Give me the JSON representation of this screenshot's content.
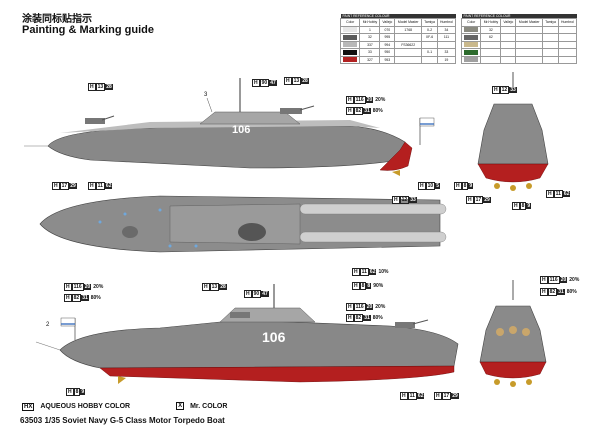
{
  "header": {
    "title_cn": "涂装同标贴指示",
    "title_en": "Painting & Marking guide"
  },
  "paint_table_left": {
    "title": "PAINT REFERENCE COLOUR",
    "columns": [
      "Color",
      "Mr.Hobby",
      "Vallejo",
      "Model Master",
      "Tamiya",
      "Humbrol"
    ],
    "rows": [
      {
        "swatch": "#e8e8e8",
        "name": "White",
        "hobby": "1",
        "vallejo": "070",
        "mm": "1768",
        "tamiya": "X-2",
        "humbrol": "34"
      },
      {
        "swatch": "#5a5a5a",
        "name": "Gray",
        "hobby": "32",
        "vallejo": "995",
        "mm": "",
        "tamiya": "XF-6",
        "humbrol": "111"
      },
      {
        "swatch": "#b8b8b8",
        "name": "Light Gray",
        "hobby": "337",
        "vallejo": "994",
        "mm": "FS36622",
        "tamiya": "",
        "humbrol": ""
      },
      {
        "swatch": "#111111",
        "name": "Black",
        "hobby": "33",
        "vallejo": "950",
        "mm": "",
        "tamiya": "X-1",
        "humbrol": "33"
      },
      {
        "swatch": "#b22222",
        "name": "Red",
        "hobby": "327",
        "vallejo": "953",
        "mm": "",
        "tamiya": "",
        "humbrol": "19"
      }
    ]
  },
  "paint_table_right": {
    "title": "PAINT REFERENCE COLOUR",
    "columns": [
      "Color",
      "Mr.Hobby",
      "Vallejo",
      "Model Master",
      "Tamiya",
      "Humbrol"
    ],
    "rows": [
      {
        "swatch": "#8a8a80",
        "name": "Gray",
        "hobby": "32",
        "vallejo": "",
        "mm": "",
        "tamiya": "",
        "humbrol": ""
      },
      {
        "swatch": "#666666",
        "name": "Dark Gray",
        "hobby": "62",
        "vallejo": "",
        "mm": "",
        "tamiya": "",
        "humbrol": ""
      },
      {
        "swatch": "#c9b88c",
        "name": "Sand",
        "hobby": "",
        "vallejo": "",
        "mm": "",
        "tamiya": "",
        "humbrol": ""
      },
      {
        "swatch": "#2d6b2d",
        "name": "Green",
        "hobby": "",
        "vallejo": "",
        "mm": "",
        "tamiya": "",
        "humbrol": ""
      },
      {
        "swatch": "#a0a0a0",
        "name": "Steel",
        "hobby": "",
        "vallejo": "",
        "mm": "",
        "tamiya": "",
        "humbrol": ""
      }
    ]
  },
  "hull_number": "106",
  "color_codes": [
    {
      "id": "c1",
      "h": "13",
      "n": "28"
    },
    {
      "id": "c2",
      "h": "90",
      "n": "47"
    },
    {
      "id": "c3",
      "h": "13",
      "n": "28"
    },
    {
      "id": "c4",
      "h": "116",
      "n": "20",
      "pct": "20%"
    },
    {
      "id": "c5",
      "h": "82",
      "n": "31",
      "pct": "80%"
    },
    {
      "id": "c6",
      "h": "10",
      "n": "5"
    },
    {
      "id": "c7",
      "h": "17",
      "n": "29"
    },
    {
      "id": "c8",
      "h": "11",
      "n": "62"
    },
    {
      "id": "c9",
      "h": "12",
      "n": "33"
    },
    {
      "id": "c10",
      "h": "8",
      "n": "9"
    },
    {
      "id": "c11",
      "h": "17",
      "n": "29"
    },
    {
      "id": "c12",
      "h": "11",
      "n": "62"
    },
    {
      "id": "c13",
      "h": "12",
      "n": "33"
    },
    {
      "id": "c14",
      "h": "8",
      "n": "9"
    },
    {
      "id": "c15",
      "h": "116",
      "n": "20",
      "pct": "20%"
    },
    {
      "id": "c16",
      "h": "82",
      "n": "31",
      "pct": "80%"
    },
    {
      "id": "c17",
      "h": "11",
      "n": "62",
      "pct": "10%"
    },
    {
      "id": "c18",
      "h": "8",
      "n": "8",
      "pct": "90%"
    },
    {
      "id": "c19",
      "h": "13",
      "n": "28"
    },
    {
      "id": "c20",
      "h": "90",
      "n": "47"
    },
    {
      "id": "c21",
      "h": "116",
      "n": "20",
      "pct": "20%"
    },
    {
      "id": "c22",
      "h": "82",
      "n": "31",
      "pct": "80%"
    },
    {
      "id": "c23",
      "h": "116",
      "n": "20",
      "pct": "20%"
    },
    {
      "id": "c24",
      "h": "82",
      "n": "31",
      "pct": "80%"
    },
    {
      "id": "c25",
      "h": "8",
      "n": "9"
    },
    {
      "id": "c26",
      "h": "11",
      "n": "62"
    },
    {
      "id": "c27",
      "h": "17",
      "n": "29"
    }
  ],
  "callouts": {
    "a": "3",
    "b": "2"
  },
  "footer": {
    "legend_h_box": "H",
    "legend_h_x": "X",
    "legend_h_label": "AQUEOUS HOBBY COLOR",
    "legend_m_box": "X",
    "legend_m_label": "Mr. COLOR",
    "product": "63503 1/35   Soviet Navy G-5 Class Motor Torpedo Boat"
  }
}
